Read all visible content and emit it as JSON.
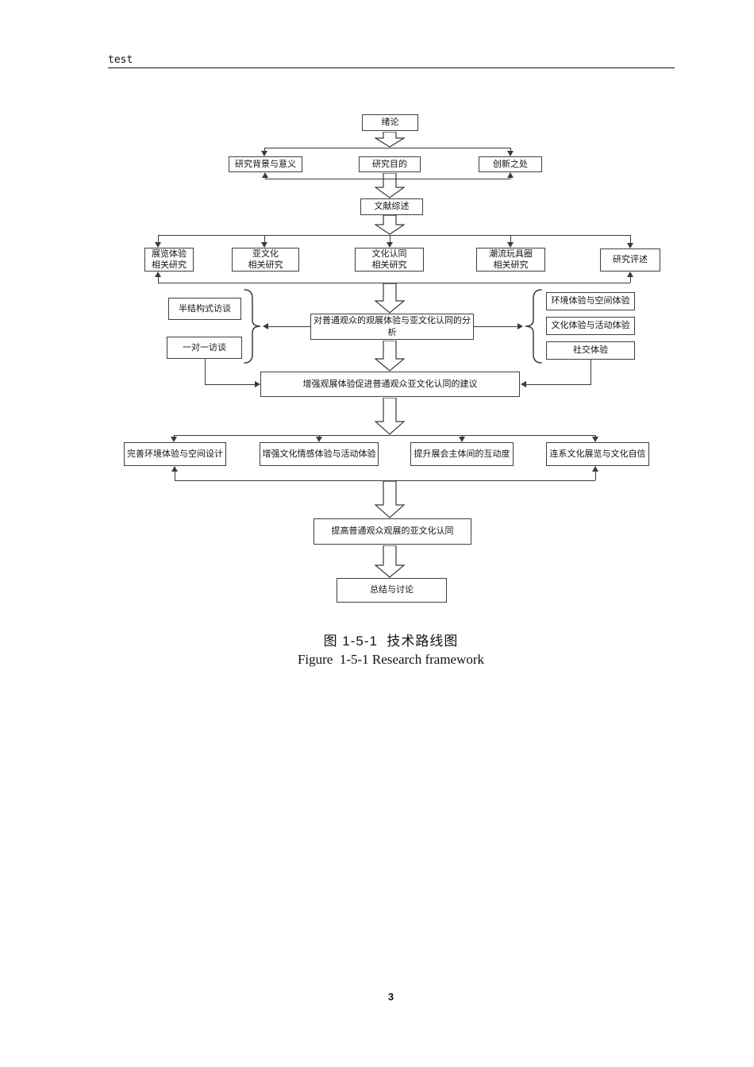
{
  "header": {
    "doc_label": "test"
  },
  "flowchart": {
    "intro": "绪论",
    "background": "研究背景与意义",
    "purpose": "研究目的",
    "innovation": "创新之处",
    "literature": "文献综述",
    "exhibition": "展览体验\n相关研究",
    "subculture": "亚文化\n相关研究",
    "identity": "文化认同\n相关研究",
    "toys": "潮流玩具圈\n相关研究",
    "review": "研究评述",
    "semi_interview": "半结构式访谈",
    "one_on_one": "一对一访谈",
    "analysis": "对普通观众的观展体验与亚文化认同的分析",
    "env_exp": "环境体验与空间体验",
    "culture_exp": "文化体验与活动体验",
    "social_exp": "社交体验",
    "suggestion": "增强观展体验促进普通观众亚文化认同的建议",
    "improve_env": "完善环境体验与空间设计",
    "enhance_emotion": "增强文化情感体验与活动体验",
    "interaction": "提升展会主体间的互动度",
    "connect_culture": "连系文化展览与文化自信",
    "outcome": "提高普通观众观展的亚文化认同",
    "conclusion": "总结与讨论"
  },
  "caption": {
    "zh": "图 1-5-1  技术路线图",
    "en": "Figure  1-5-1 Research framework"
  },
  "footer": {
    "page_number": "3"
  },
  "colors": {
    "line": "#3a3a3a",
    "text": "#1a1a1a",
    "background": "#ffffff"
  }
}
